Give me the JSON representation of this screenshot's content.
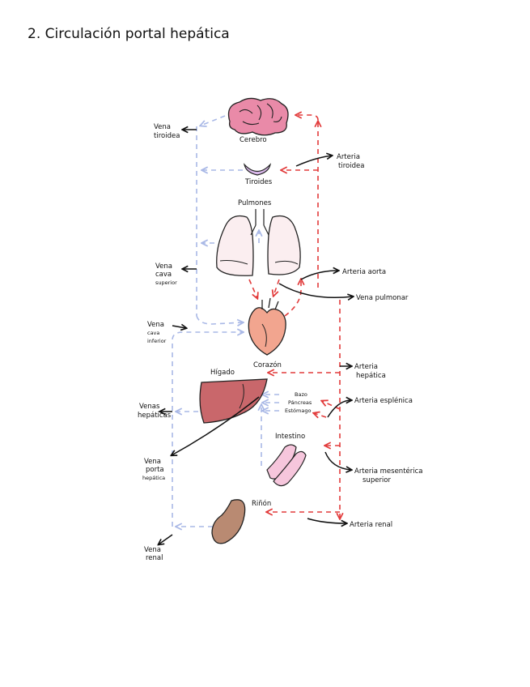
{
  "title": "2. Circulación portal hepática",
  "organs": {
    "cerebro": "Cerebro",
    "tiroides": "Tiroides",
    "pulmones": "Pulmones",
    "corazon": "Corazón",
    "higado": "Hígado",
    "bazo": "Bazo",
    "pancreas": "Páncreas",
    "estomago": "Estómago",
    "intestino": "Intestino",
    "rinon": "Riñón"
  },
  "veins": {
    "tiroidea": [
      "Vena",
      "tiroidea"
    ],
    "cava_superior": [
      "Vena",
      "cava",
      "superior"
    ],
    "cava_inferior": [
      "Vena",
      "cava",
      "inferior"
    ],
    "hepaticas": [
      "Venas",
      "hepáticas"
    ],
    "porta": [
      "Vena",
      "porta",
      "hepática"
    ],
    "renal": [
      "Vena",
      "renal"
    ],
    "pulmonar": "Vena pulmonar"
  },
  "arteries": {
    "tiroidea": [
      "Arteria",
      "tiroidea"
    ],
    "aorta": "Arteria aorta",
    "hepatica": [
      "Arteria",
      "hepática"
    ],
    "esplenica": "Arteria esplénica",
    "mesenterica": [
      "Arteria mesentérica",
      "superior"
    ],
    "renal": "Arteria renal"
  },
  "colors": {
    "venous": "#a9b8e6",
    "arterial": "#e23b3b",
    "brain": "#e98aa8",
    "thyroid": "#d9b8ea",
    "lungs": "#fbeef0",
    "heart": "#f2a58f",
    "liver": "#c9676b",
    "intestine": "#f6c6dc",
    "kidney": "#b98a72"
  }
}
